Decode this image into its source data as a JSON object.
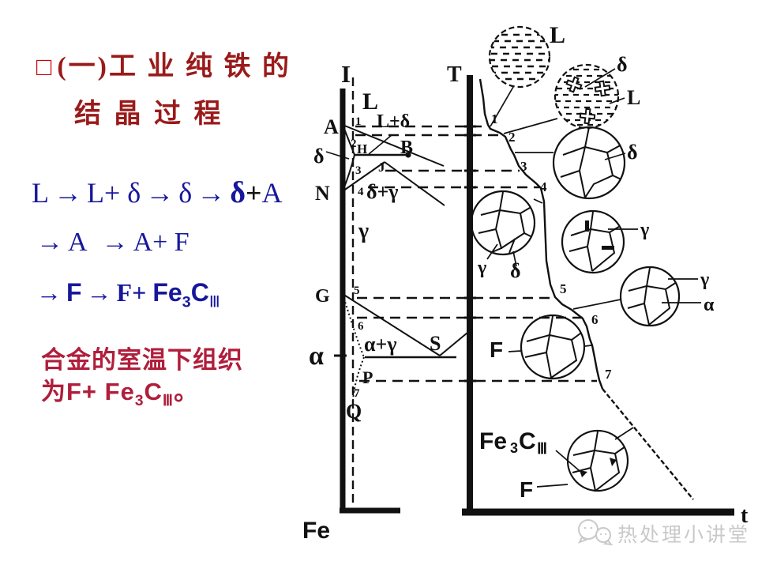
{
  "colors": {
    "title_red": "#9a1a1a",
    "bullet_red": "#cf0000",
    "sequence_blue": "#17179b",
    "conclusion_red": "#b01e3c",
    "diagram_ink": "#111111",
    "faint_label": "#ece4c4",
    "watermark_gray": "#c9c9c9"
  },
  "title": {
    "bullet": "□",
    "line1": "(一)工 业 纯 铁 的",
    "line2": "结 晶 过 程"
  },
  "sequence": {
    "line1": {
      "s1": "L",
      "a1": "→",
      "s2": "L+ δ",
      "a2": "→",
      "s3": "δ",
      "a3": "→",
      "s4": "δ",
      "s5": "+",
      "s6": "A"
    },
    "line2": {
      "a1": "→",
      "s1": "A",
      "a2": "→",
      "s2": "A+ F"
    },
    "line3": {
      "a1": "→",
      "s1": "F",
      "a2": "→",
      "s2": "F+",
      "s3": "Fe",
      "sub": "3",
      "s4": "C",
      "subr": "Ⅲ"
    }
  },
  "conclusion": {
    "line1": "合金的室温下组织",
    "pre": "为F+ Fe",
    "sub": "3",
    "mid": "C",
    "subr": "Ⅲ",
    "end": "。"
  },
  "diagram": {
    "comp_line": "I",
    "liquid": "L",
    "A": "A",
    "L_delta": "L+δ",
    "B": "B",
    "H": "H",
    "J": "J",
    "delta": "δ",
    "N": "N",
    "delta_gamma": "δ+γ",
    "gamma": "γ",
    "G": "G",
    "alpha_gamma": "α+γ",
    "S": "S",
    "alpha": "α",
    "P": "P",
    "Q": "Q",
    "Fe": "Fe",
    "pd_nums": [
      "1",
      "2",
      "3",
      "4",
      "5",
      "6",
      "7"
    ],
    "T": "T",
    "t": "t",
    "curve_nums": [
      "1",
      "2",
      "3",
      "4",
      "5",
      "6",
      "7"
    ],
    "micro": {
      "c1": "L",
      "c2d": "δ",
      "c2l": "L",
      "c3d": "δ",
      "c4g": "γ",
      "c4d": "δ",
      "c5g": "γ",
      "c6g": "γ",
      "c6a": "α",
      "c7f": "F",
      "c8fe": "Fe",
      "c8s3": "3",
      "c8c": "C",
      "c8siii": "Ⅲ",
      "c8f": "F"
    }
  },
  "watermark": {
    "text": "热处理小讲堂"
  }
}
